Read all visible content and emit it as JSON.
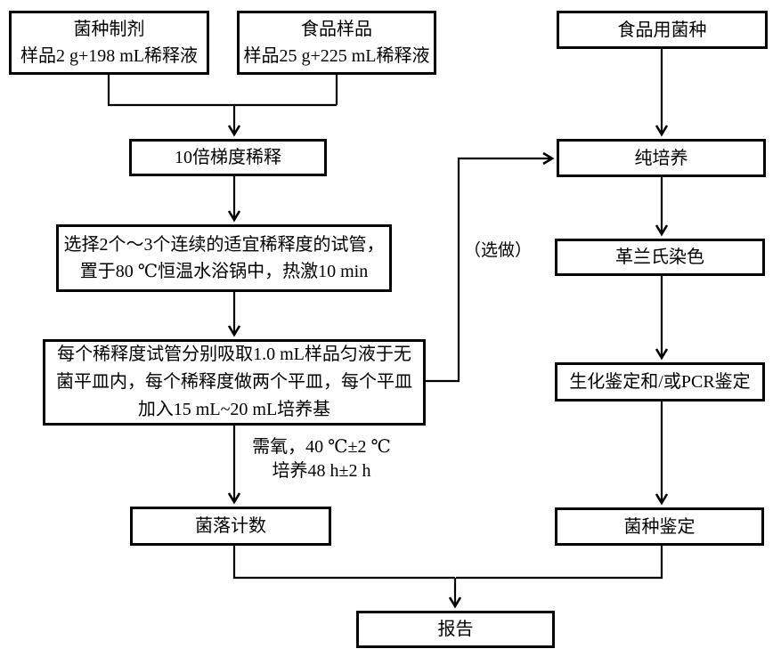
{
  "diagram": {
    "nodes": {
      "strain_prep": {
        "lines": [
          "菌种制剂",
          "样品2 g+198 mL稀释液"
        ]
      },
      "food_sample": {
        "lines": [
          "食品样品",
          "样品25 g+225 mL稀释液"
        ]
      },
      "food_culture": {
        "label": "食品用菌种"
      },
      "tenfold_dilution": {
        "label": "10倍梯度稀释"
      },
      "select_tubes": {
        "lines": [
          "选择2个～3个连续的适宜稀释度的试管，",
          "置于80 ℃恒温水浴锅中，热激10 min"
        ]
      },
      "plating": {
        "lines": [
          "每个稀释度试管分别吸取1.0 mL样品匀液于无",
          "菌平皿内，每个稀释度做两个平皿，每个平皿",
          "加入15 mL~20 mL培养基"
        ]
      },
      "colony_count": {
        "label": "菌落计数"
      },
      "pure_culture": {
        "label": "纯培养"
      },
      "gram_stain": {
        "label": "革兰氏染色"
      },
      "biochem_pcr": {
        "label": "生化鉴定和/或PCR鉴定"
      },
      "strain_identification": {
        "label": "菌种鉴定"
      },
      "report": {
        "label": "报告"
      }
    },
    "annotations": {
      "optional_label": "（选做）",
      "incubation": [
        "需氧，40 ℃±2 ℃",
        "培养48 h±2 h"
      ]
    },
    "colors": {
      "line": "#000000",
      "border": "#000000",
      "text": "#000000",
      "background": "#ffffff"
    }
  }
}
